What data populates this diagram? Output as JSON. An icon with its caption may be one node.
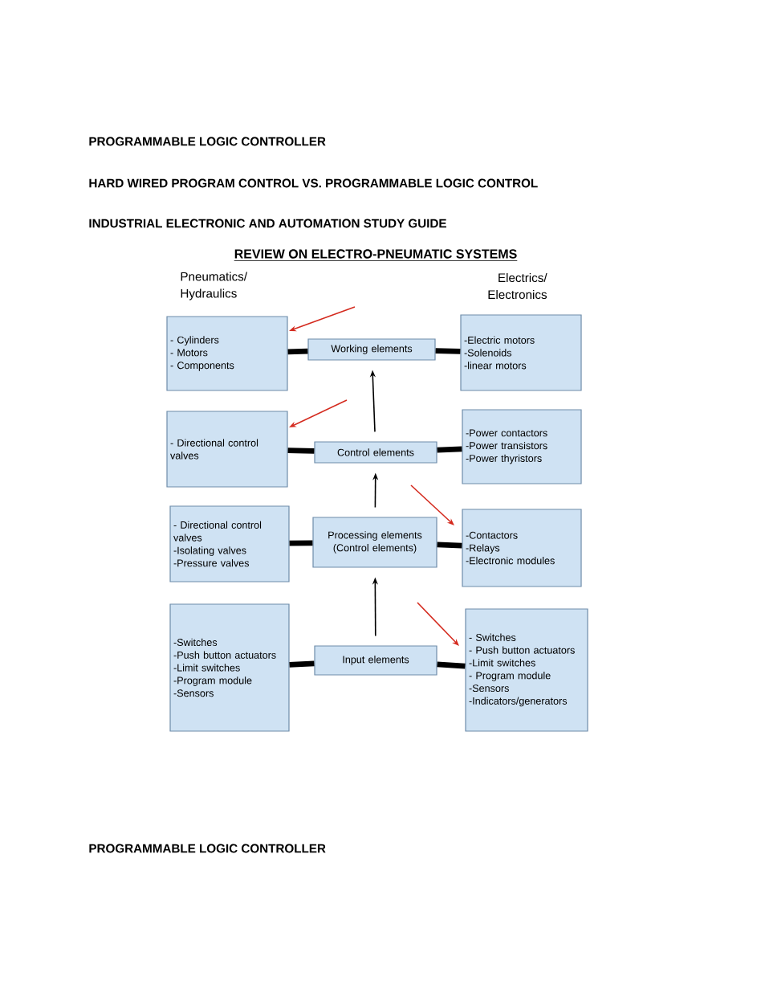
{
  "diagram": {
    "title": "REVIEW ON ELECTRO-PNEUMATIC SYSTEMS",
    "nodes": [
      {
        "text": [
          "- Cylinders",
          "- Motors",
          "- Components"
        ]
      },
      {
        "text": [
          "Working elements"
        ]
      },
      {
        "text": [
          "-Electric motors",
          "-Solenoids",
          "-linear motors"
        ]
      },
      {
        "text": [
          "- Directional control valves"
        ]
      },
      {
        "text": [
          "Control elements"
        ]
      },
      {
        "text": [
          "-Power contactors",
          "-Power transistors",
          "-Power thyristors"
        ]
      },
      {
        "text": [
          "- Directional control valves",
          "-Isolating valves",
          "-Pressure valves"
        ]
      },
      {
        "text": [
          "Processing elements (Control elements)"
        ]
      },
      {
        "text": [
          "-Contactors",
          "-Relays",
          "-Electronic modules"
        ]
      },
      {
        "text": [
          "-Switches",
          "-Push button actuators",
          "-Limit switches",
          "-Program module",
          "-Sensors"
        ]
      },
      {
        "text": [
          "Input elements"
        ]
      },
      {
        "text": [
          "- Switches",
          "- Push button actuators",
          "-Limit switches",
          "- Program module",
          "-Sensors",
          "-Indicators/generators"
        ]
      }
    ],
    "edges": [
      {
        "from": 0,
        "to": 1,
        "arrow": "none"
      },
      {
        "from": 1,
        "to": 2,
        "arrow": "none"
      },
      {
        "from": 3,
        "to": 4,
        "arrow": "none"
      },
      {
        "from": 4,
        "to": 5,
        "arrow": "none"
      },
      {
        "from": 6,
        "to": 7,
        "arrow": "none"
      },
      {
        "from": 7,
        "to": 8,
        "arrow": "none"
      },
      {
        "from": 9,
        "to": 10,
        "arrow": "none"
      },
      {
        "from": 10,
        "to": 11,
        "arrow": "none"
      },
      {
        "from": 10,
        "to": 7,
        "arrow": "to"
      },
      {
        "from": 7,
        "to": 4,
        "arrow": "to"
      },
      {
        "from": 4,
        "to": 1,
        "arrow": "to"
      },
      {
        "from": null,
        "to": 0,
        "arrow": "to",
        "color": "#d42a1e"
      },
      {
        "from": null,
        "to": 3,
        "arrow": "to",
        "color": "#d42a1e"
      },
      {
        "from": null,
        "to": 8,
        "arrow": "to",
        "color": "#d42a1e"
      },
      {
        "from": null,
        "to": 11,
        "arrow": "to",
        "color": "#d42a1e"
      }
    ],
    "labels": [
      "PROGRAMMABLE  LOGIC CONTROLLER",
      "HARD WIRED PROGRAM CONTROL VS. PROGRAMMABLE LOGIC CONTROL",
      "INDUSTRIAL ELECTRONIC AND AUTOMATION STUDY GUIDE",
      "Pneumatics/ Hydraulics",
      "Electrics/ Electronics",
      "PROGRAMMABLE LOGIC CONTROLLER"
    ]
  }
}
